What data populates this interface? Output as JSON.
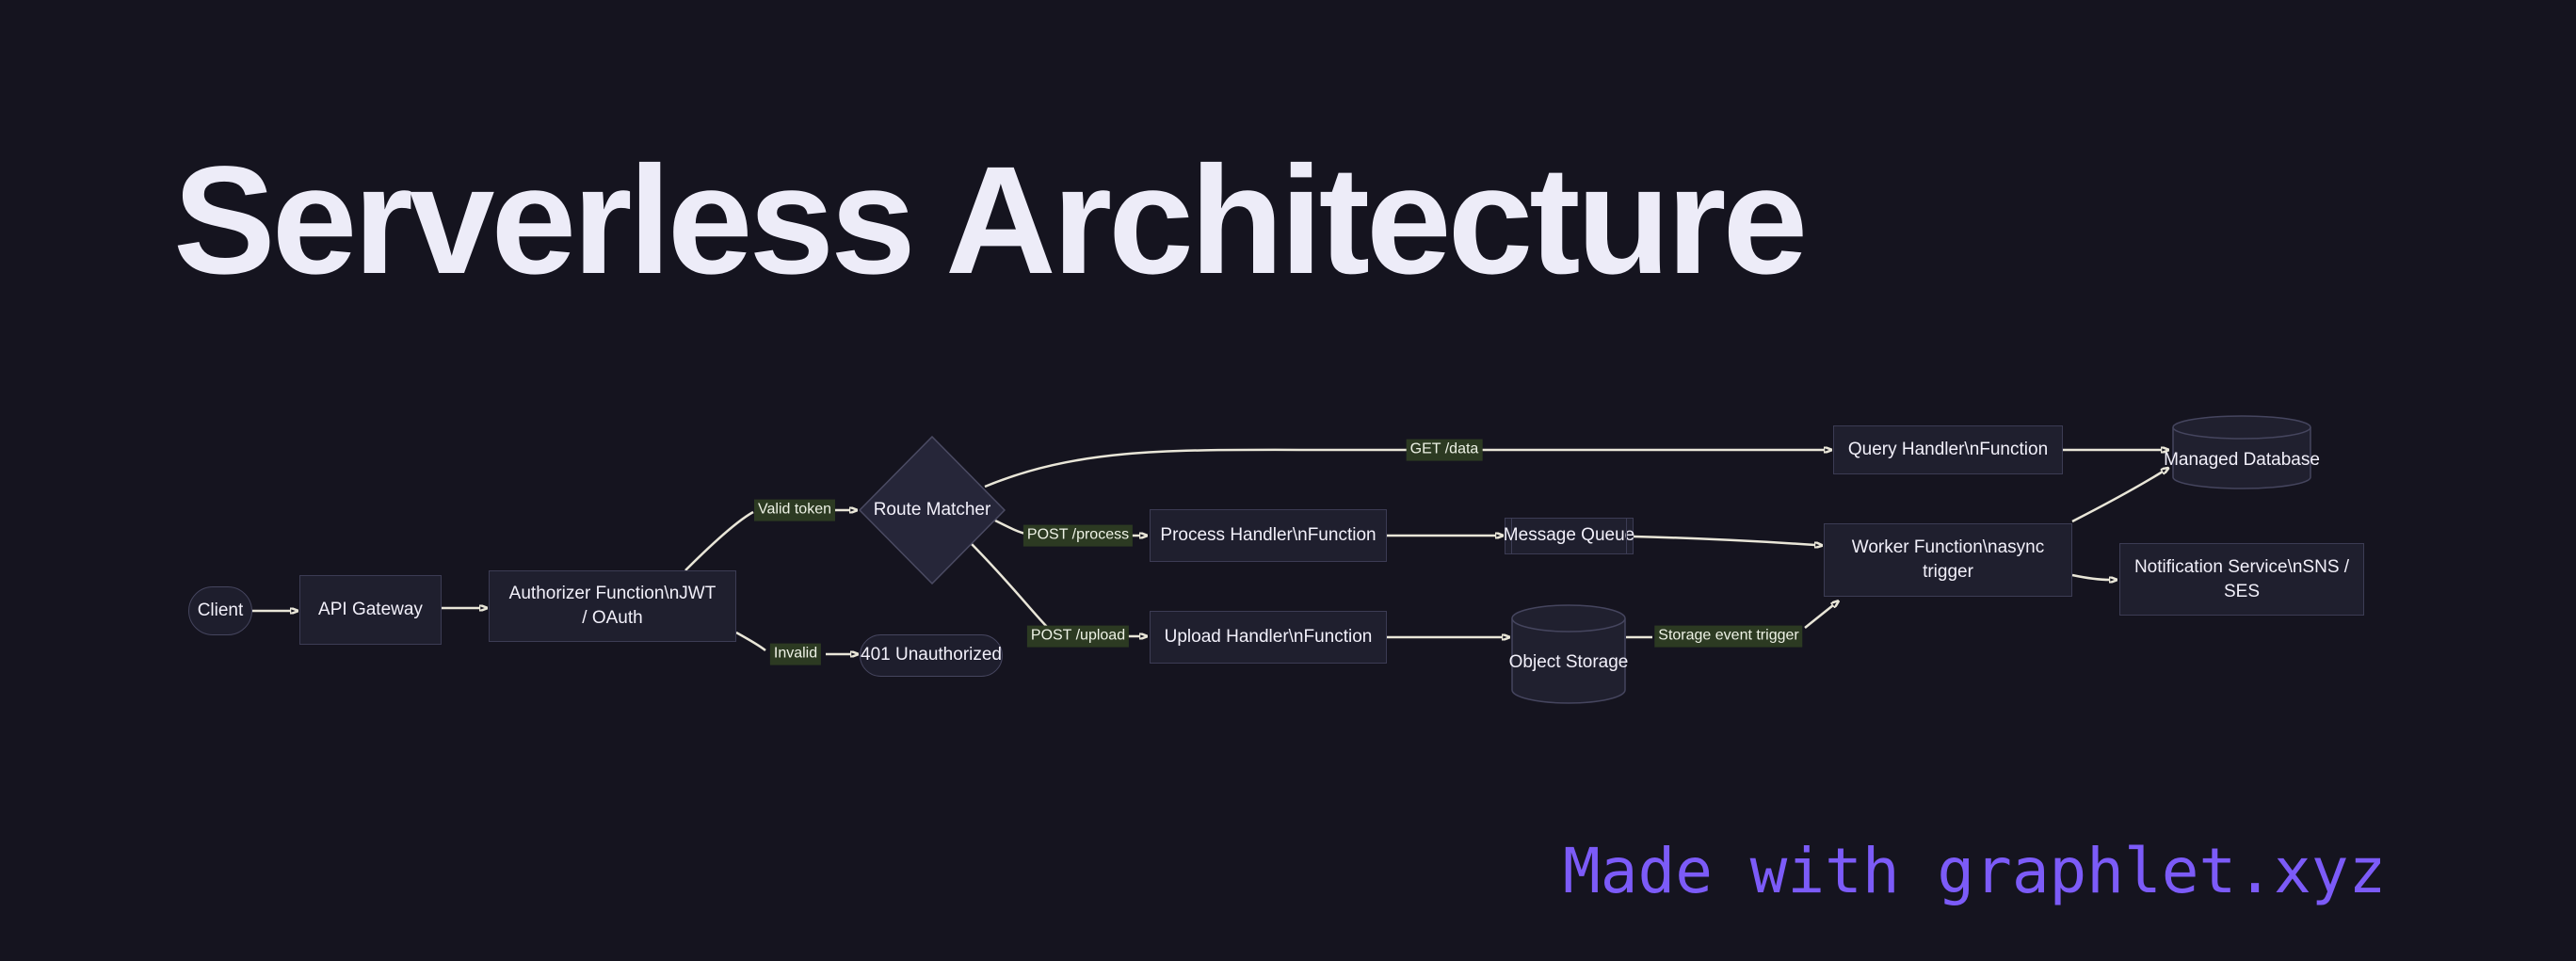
{
  "title": "Serverless Architecture",
  "watermark": "Made with graphlet.xyz",
  "colors": {
    "background": "#15141f",
    "title_text": "#edecf8",
    "node_fill": "#1f1f2e",
    "node_border": "#3c3c54",
    "node_text": "#f2f0fa",
    "edge_stroke": "#e9e6d8",
    "edge_label_bg": "#2c3a22",
    "edge_label_text": "#eef2e6",
    "watermark_text": "#7c5bf8"
  },
  "diagram": {
    "nodes": [
      {
        "id": "client",
        "label": "Client",
        "shape": "stadium"
      },
      {
        "id": "api-gateway",
        "label": "API Gateway",
        "shape": "rect"
      },
      {
        "id": "authorizer",
        "label": "Authorizer Function\\nJWT / OAuth",
        "shape": "rect"
      },
      {
        "id": "route-matcher",
        "label": "Route Matcher",
        "shape": "diamond"
      },
      {
        "id": "unauthorized-401",
        "label": "401 Unauthorized",
        "shape": "stadium"
      },
      {
        "id": "process-handler",
        "label": "Process Handler\\nFunction",
        "shape": "rect"
      },
      {
        "id": "upload-handler",
        "label": "Upload Handler\\nFunction",
        "shape": "rect"
      },
      {
        "id": "message-queue",
        "label": "Message Queue",
        "shape": "subroutine"
      },
      {
        "id": "object-storage",
        "label": "Object Storage",
        "shape": "cylinder"
      },
      {
        "id": "worker-function",
        "label": "Worker Function\\nasync trigger",
        "shape": "rect"
      },
      {
        "id": "query-handler",
        "label": "Query Handler\\nFunction",
        "shape": "rect"
      },
      {
        "id": "managed-database",
        "label": "Managed Database",
        "shape": "cylinder"
      },
      {
        "id": "notification-service",
        "label": "Notification Service\\nSNS / SES",
        "shape": "rect"
      }
    ],
    "edges": [
      {
        "from": "client",
        "to": "api-gateway"
      },
      {
        "from": "api-gateway",
        "to": "authorizer"
      },
      {
        "from": "authorizer",
        "to": "route-matcher",
        "label": "Valid token"
      },
      {
        "from": "authorizer",
        "to": "unauthorized-401",
        "label": "Invalid"
      },
      {
        "from": "route-matcher",
        "to": "query-handler",
        "label": "GET /data"
      },
      {
        "from": "route-matcher",
        "to": "process-handler",
        "label": "POST /process"
      },
      {
        "from": "route-matcher",
        "to": "upload-handler",
        "label": "POST /upload"
      },
      {
        "from": "process-handler",
        "to": "message-queue"
      },
      {
        "from": "message-queue",
        "to": "worker-function"
      },
      {
        "from": "upload-handler",
        "to": "object-storage"
      },
      {
        "from": "object-storage",
        "to": "worker-function",
        "label": "Storage event trigger"
      },
      {
        "from": "query-handler",
        "to": "managed-database"
      },
      {
        "from": "worker-function",
        "to": "managed-database"
      },
      {
        "from": "worker-function",
        "to": "notification-service"
      }
    ]
  }
}
